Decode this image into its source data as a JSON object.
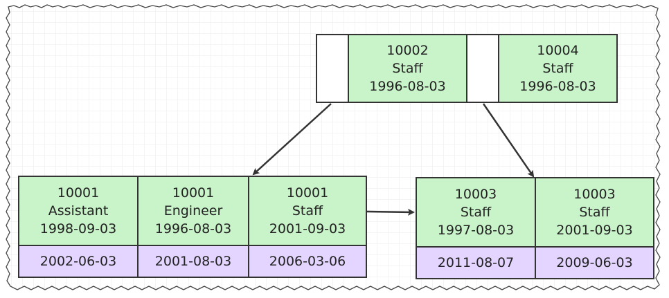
{
  "root": {
    "keys": [
      {
        "id": "10002",
        "title": "Staff",
        "date": "1996-08-03"
      },
      {
        "id": "10004",
        "title": "Staff",
        "date": "1996-08-03"
      }
    ]
  },
  "leaves": [
    {
      "keys": [
        {
          "id": "10001",
          "title": "Assistant",
          "date": "1998-09-03",
          "value": "2002-06-03"
        },
        {
          "id": "10001",
          "title": "Engineer",
          "date": "1996-08-03",
          "value": "2001-08-03"
        },
        {
          "id": "10001",
          "title": "Staff",
          "date": "2001-09-03",
          "value": "2006-03-06"
        }
      ]
    },
    {
      "keys": [
        {
          "id": "10003",
          "title": "Staff",
          "date": "1997-08-03",
          "value": "2011-08-07"
        },
        {
          "id": "10003",
          "title": "Staff",
          "date": "2001-09-03",
          "value": "2009-06-03"
        }
      ]
    }
  ],
  "colors": {
    "key_fill": "#c9f3c9",
    "value_fill": "#e3d5ff",
    "pointer_fill": "#ffffff",
    "border": "#333333",
    "grid": "#e6e6e6"
  }
}
